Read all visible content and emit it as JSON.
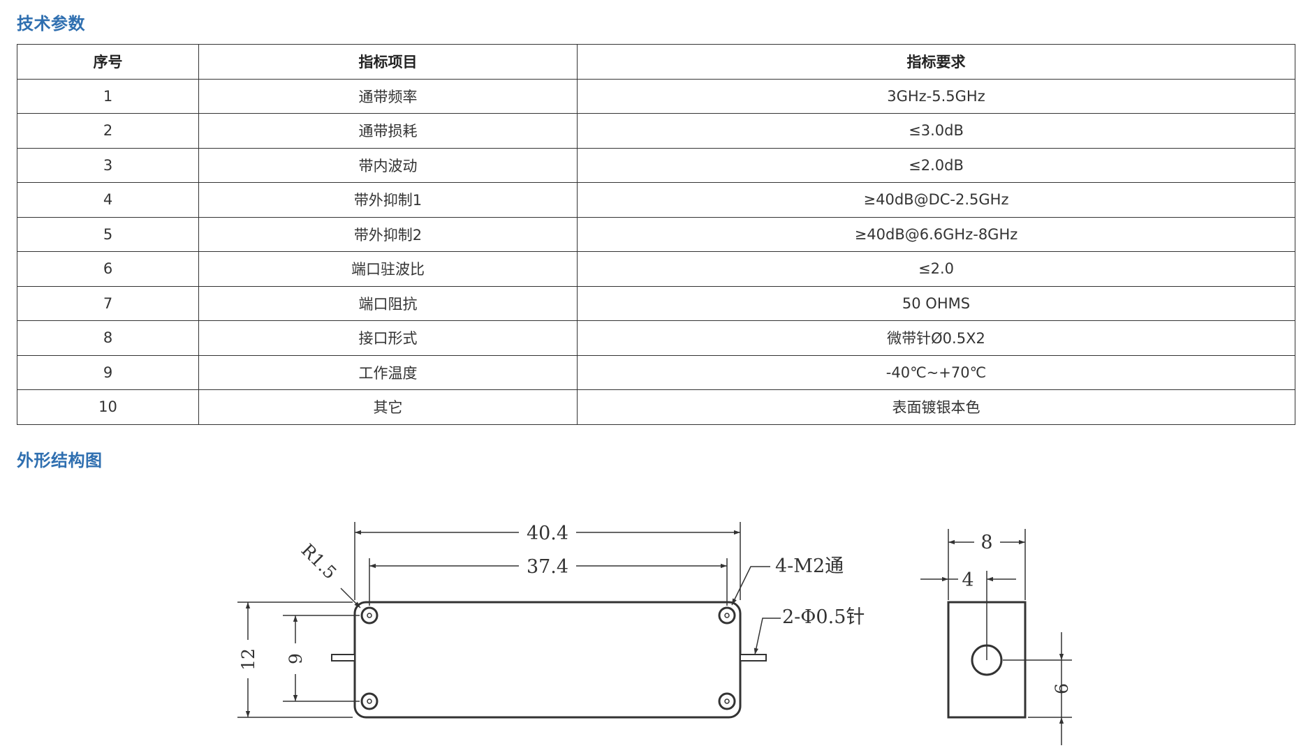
{
  "sections": {
    "spec_title": "技术参数",
    "outline_title": "外形结构图"
  },
  "table": {
    "headers": [
      "序号",
      "指标项目",
      "指标要求"
    ],
    "rows": [
      [
        "1",
        "通带频率",
        "3GHz-5.5GHz"
      ],
      [
        "2",
        "通带损耗",
        "≤3.0dB"
      ],
      [
        "3",
        "带内波动",
        "≤2.0dB"
      ],
      [
        "4",
        "带外抑制1",
        "≥40dB@DC-2.5GHz"
      ],
      [
        "5",
        "带外抑制2",
        "≥40dB@6.6GHz-8GHz"
      ],
      [
        "6",
        "端口驻波比",
        "≤2.0"
      ],
      [
        "7",
        "端口阻抗",
        "50 OHMS"
      ],
      [
        "8",
        "接口形式",
        "微带针Ø0.5X2"
      ],
      [
        "9",
        "工作温度",
        "-40℃~+70℃"
      ],
      [
        "10",
        "其它",
        "表面镀银本色"
      ]
    ]
  },
  "drawing": {
    "dim_overall_length": "40.4",
    "dim_hole_spacing": "37.4",
    "dim_radius": "R1.5",
    "label_holes": "4-M2通",
    "label_pins": "2-Φ0.5针",
    "dim_height": "12",
    "dim_hole_vertical": "9",
    "dim_side_width": "8",
    "dim_side_half": "4",
    "dim_side_pin_height": "6"
  }
}
